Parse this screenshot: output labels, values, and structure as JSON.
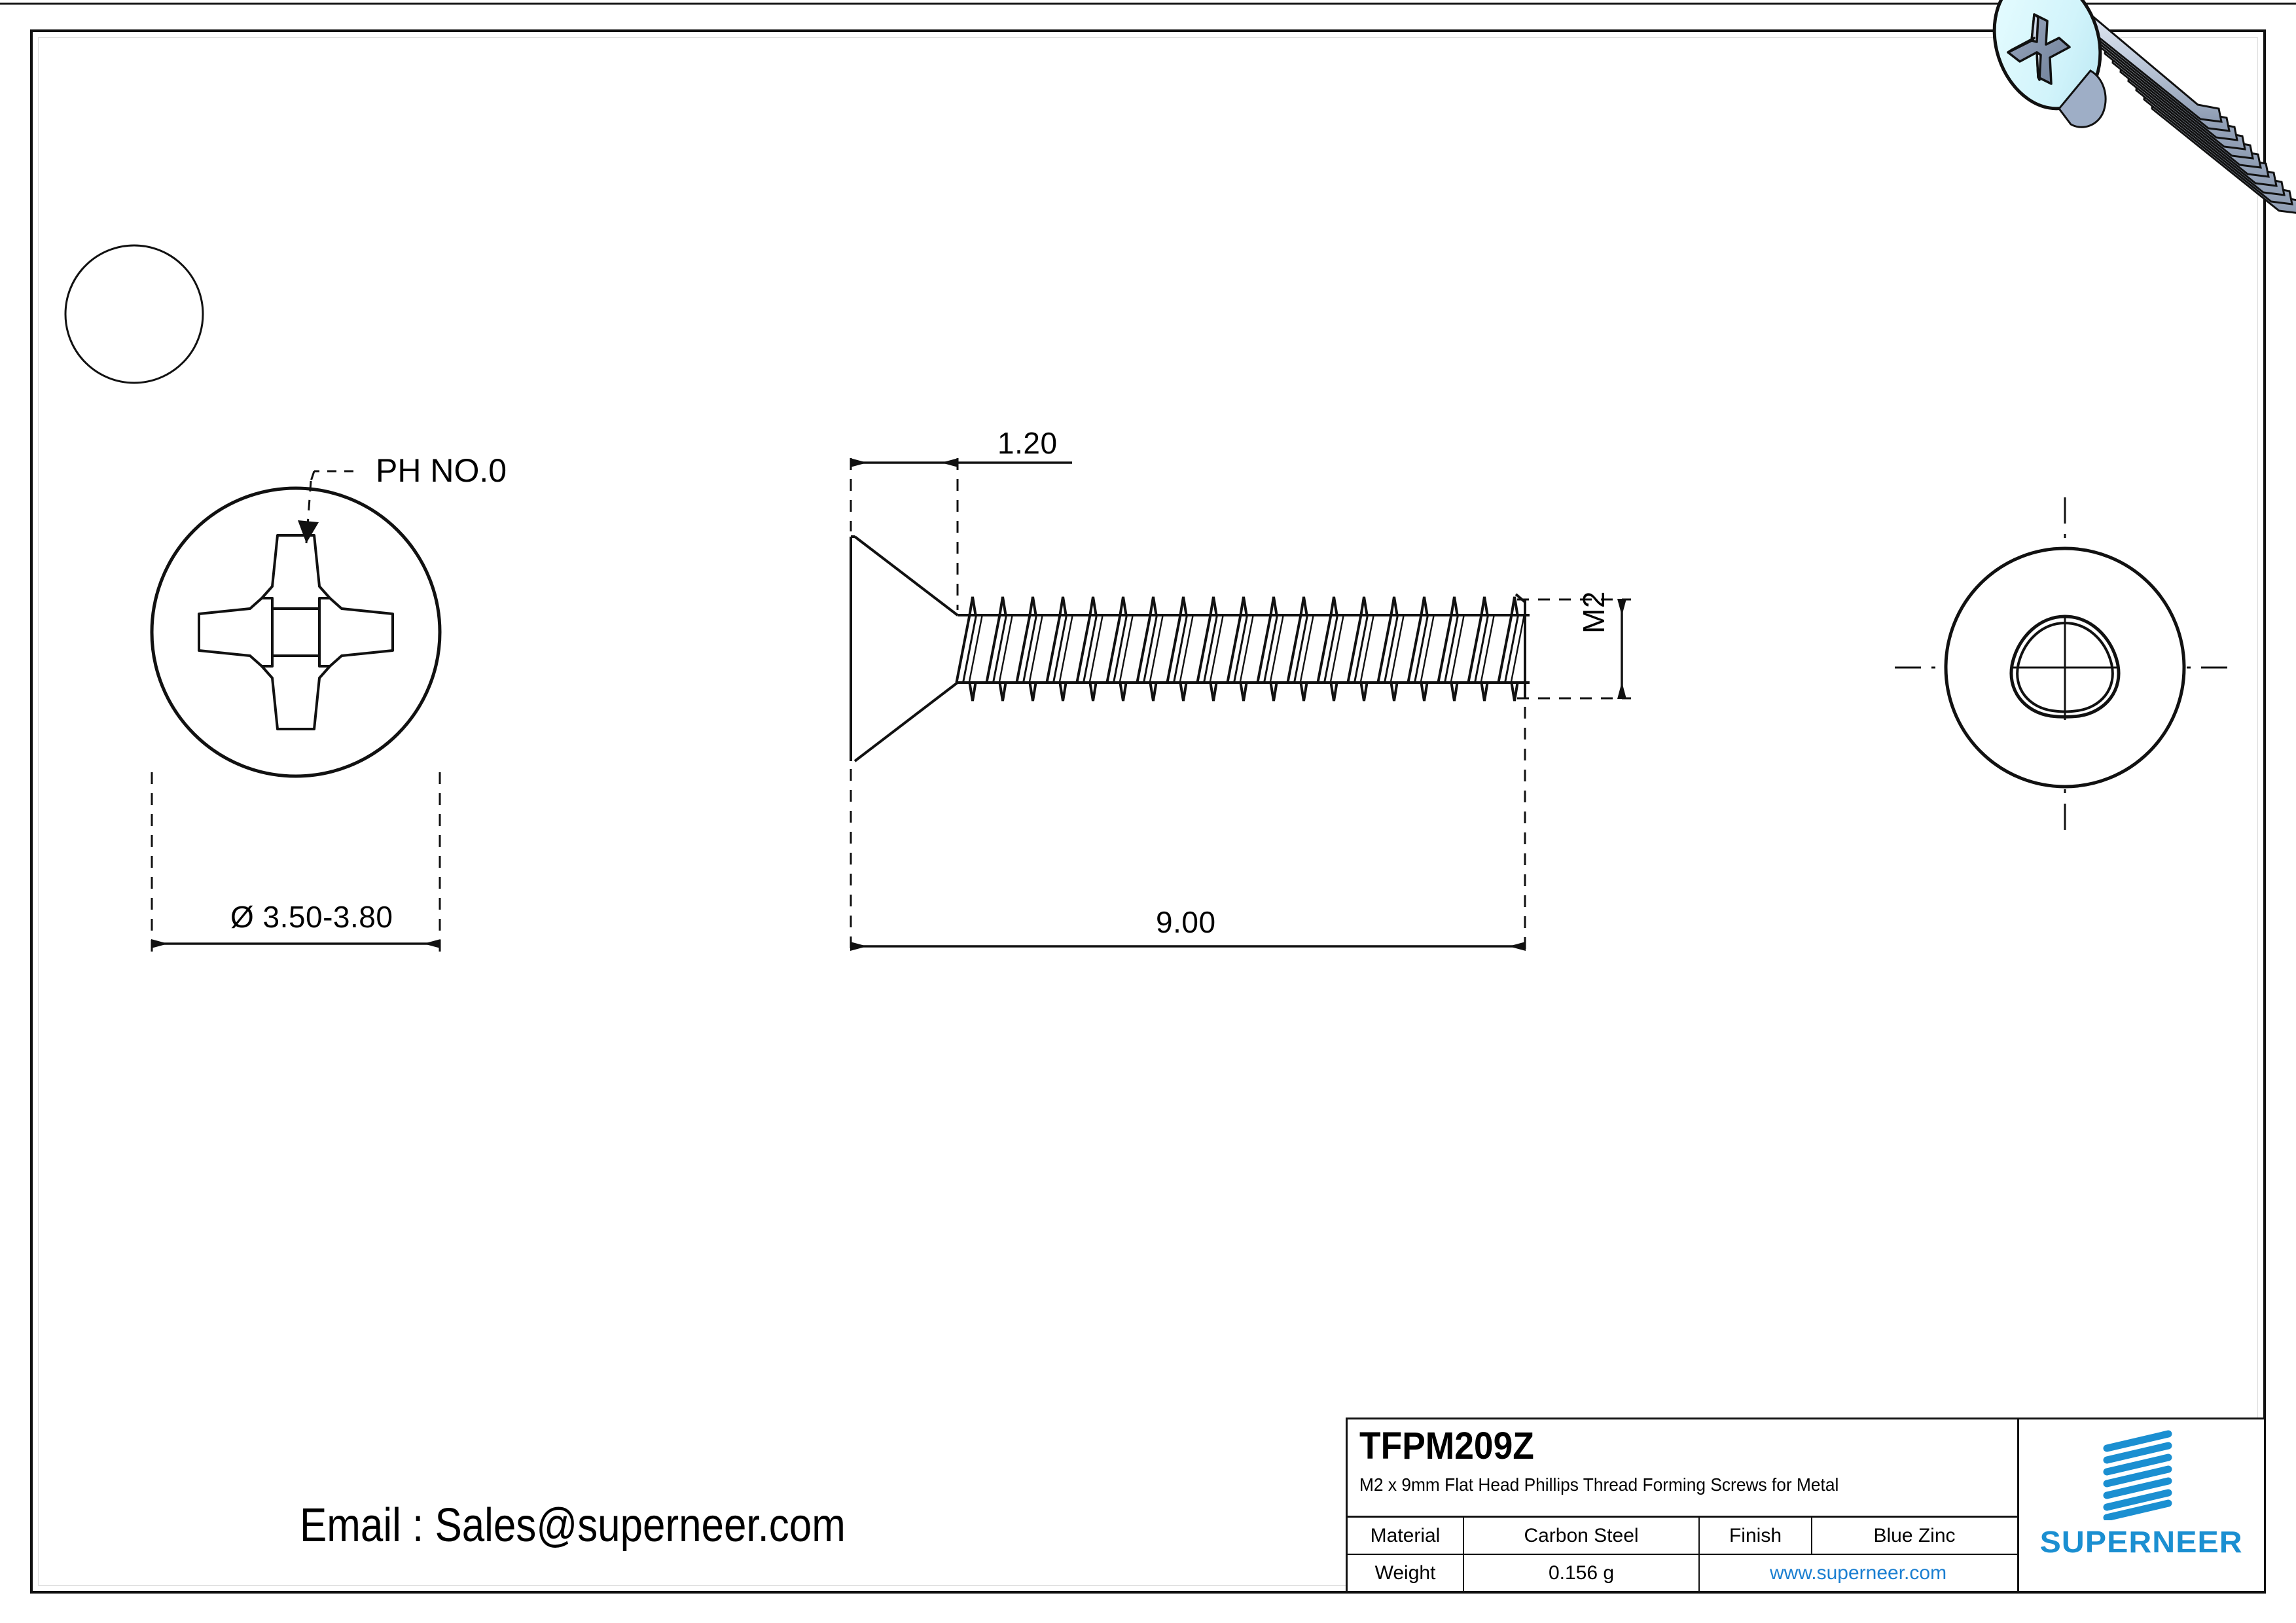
{
  "drawing": {
    "title_code": "TFPM209Z",
    "description": "M2 x 9mm Flat Head Phillips Thread Forming Screws for Metal",
    "email_line": "Email : Sales@superneer.com"
  },
  "views": {
    "head_top_view": {
      "name": "phillips-head-top-view",
      "leader_label": "PH NO.0",
      "diameter_dim": "Ø 3.50-3.80"
    },
    "side_view": {
      "name": "screw-side-view",
      "head_height_dim": "1.20",
      "length_dim": "9.00",
      "thread_dim": "M2"
    },
    "tip_end_view": {
      "name": "trilobular-tip-end-view"
    },
    "iso_render": {
      "name": "screw-3d-render"
    }
  },
  "title_block": {
    "material_label": "Material",
    "material_value": "Carbon Steel",
    "finish_label": "Finish",
    "finish_value": "Blue Zinc",
    "weight_label": "Weight",
    "weight_value": "0.156 g",
    "website": "www.superneer.com",
    "brand": "SUPERNEER"
  },
  "colors": {
    "line": "#111111",
    "brand_blue": "#1b8fd1",
    "link_blue": "#1b7fd1",
    "head_fill": "#d6f6fb",
    "shank_fill": "#b9c4d6"
  }
}
